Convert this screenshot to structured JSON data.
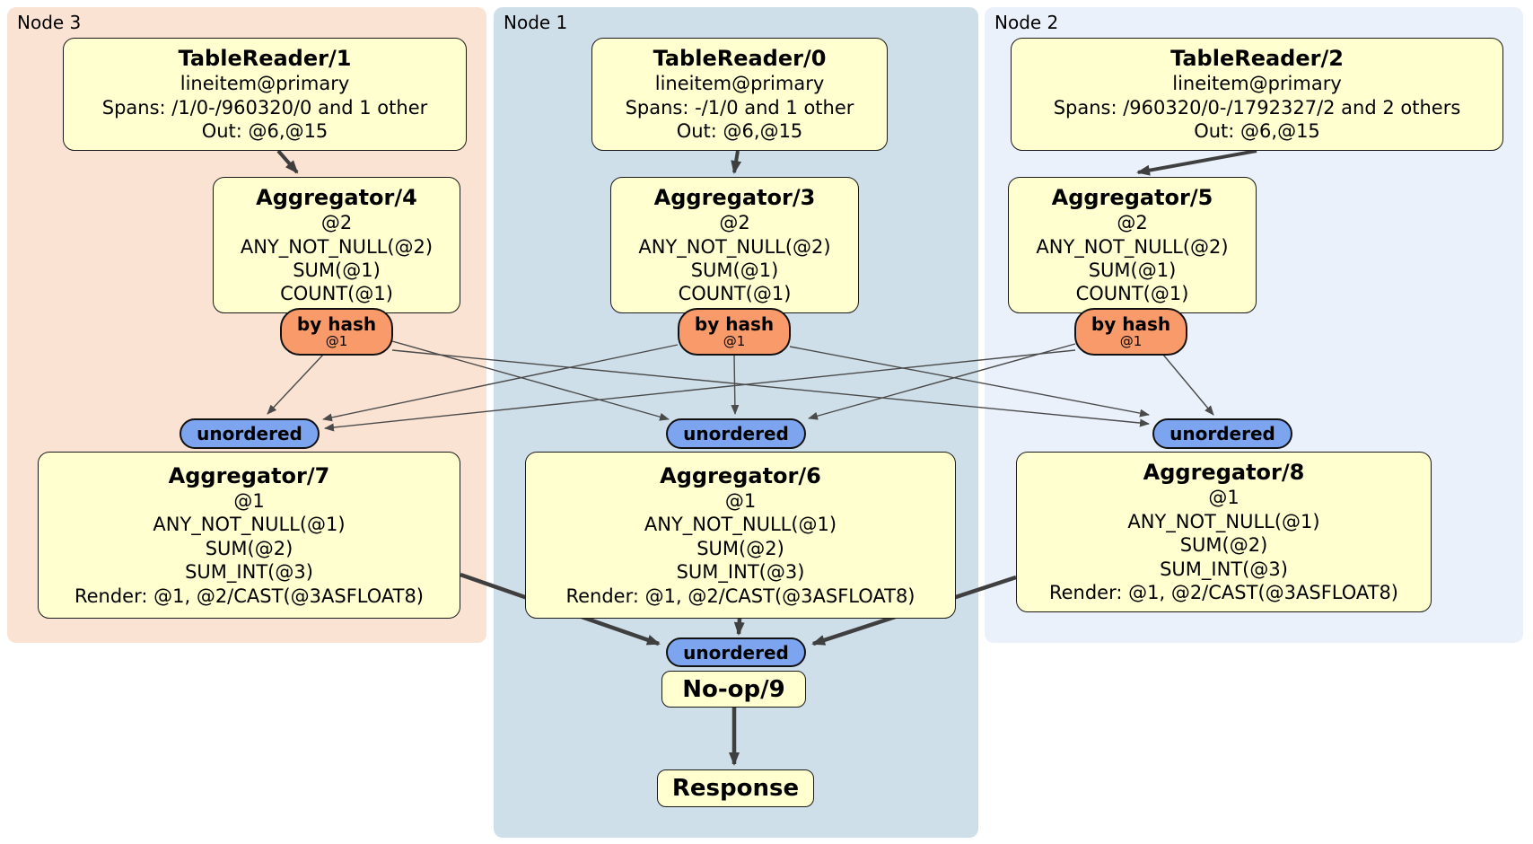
{
  "diagram": {
    "regions": [
      {
        "id": "node3",
        "label": "Node 3",
        "bg": "#fbe3d4"
      },
      {
        "id": "node1",
        "label": "Node 1",
        "bg": "#cfdfe9"
      },
      {
        "id": "node2",
        "label": "Node 2",
        "bg": "#eaf1fb"
      }
    ],
    "colors": {
      "processor_fill": "#ffffd0",
      "router_fill": "#f89a69",
      "sync_fill": "#7ca4ef",
      "edge": "#3f3f3f"
    },
    "processors": {
      "tr1": {
        "title": "TableReader/1",
        "lines": [
          "lineitem@primary",
          "Spans: /1/0-/960320/0 and 1 other",
          "Out: @6,@15"
        ]
      },
      "tr0": {
        "title": "TableReader/0",
        "lines": [
          "lineitem@primary",
          "Spans: -/1/0 and 1 other",
          "Out: @6,@15"
        ]
      },
      "tr2": {
        "title": "TableReader/2",
        "lines": [
          "lineitem@primary",
          "Spans: /960320/0-/1792327/2 and 2 others",
          "Out: @6,@15"
        ]
      },
      "agg4": {
        "title": "Aggregator/4",
        "lines": [
          "@2",
          "ANY_NOT_NULL(@2)",
          "SUM(@1)",
          "COUNT(@1)"
        ]
      },
      "agg3": {
        "title": "Aggregator/3",
        "lines": [
          "@2",
          "ANY_NOT_NULL(@2)",
          "SUM(@1)",
          "COUNT(@1)"
        ]
      },
      "agg5": {
        "title": "Aggregator/5",
        "lines": [
          "@2",
          "ANY_NOT_NULL(@2)",
          "SUM(@1)",
          "COUNT(@1)"
        ]
      },
      "agg7": {
        "title": "Aggregator/7",
        "lines": [
          "@1",
          "ANY_NOT_NULL(@1)",
          "SUM(@2)",
          "SUM_INT(@3)",
          "Render: @1, @2/CAST(@3ASFLOAT8)"
        ]
      },
      "agg6": {
        "title": "Aggregator/6",
        "lines": [
          "@1",
          "ANY_NOT_NULL(@1)",
          "SUM(@2)",
          "SUM_INT(@3)",
          "Render: @1, @2/CAST(@3ASFLOAT8)"
        ]
      },
      "agg8": {
        "title": "Aggregator/8",
        "lines": [
          "@1",
          "ANY_NOT_NULL(@1)",
          "SUM(@2)",
          "SUM_INT(@3)",
          "Render: @1, @2/CAST(@3ASFLOAT8)"
        ]
      },
      "noop": {
        "title": "No-op/9"
      },
      "response": {
        "title": "Response"
      }
    },
    "routers": [
      {
        "id": "byhash-agg4",
        "label": "by hash",
        "detail": "@1"
      },
      {
        "id": "byhash-agg3",
        "label": "by hash",
        "detail": "@1"
      },
      {
        "id": "byhash-agg5",
        "label": "by hash",
        "detail": "@1"
      }
    ],
    "syncs": [
      {
        "id": "sync-agg7",
        "label": "unordered"
      },
      {
        "id": "sync-agg6",
        "label": "unordered"
      },
      {
        "id": "sync-agg8",
        "label": "unordered"
      },
      {
        "id": "sync-noop",
        "label": "unordered"
      }
    ],
    "edges": [
      {
        "from": "TableReader/1",
        "to": "Aggregator/4",
        "style": "thick"
      },
      {
        "from": "TableReader/0",
        "to": "Aggregator/3",
        "style": "thick"
      },
      {
        "from": "TableReader/2",
        "to": "Aggregator/5",
        "style": "thick"
      },
      {
        "from": "by hash (Aggregator/4)",
        "to": "unordered (Aggregator/7)",
        "style": "thin"
      },
      {
        "from": "by hash (Aggregator/4)",
        "to": "unordered (Aggregator/6)",
        "style": "thin"
      },
      {
        "from": "by hash (Aggregator/4)",
        "to": "unordered (Aggregator/8)",
        "style": "thin"
      },
      {
        "from": "by hash (Aggregator/3)",
        "to": "unordered (Aggregator/7)",
        "style": "thin"
      },
      {
        "from": "by hash (Aggregator/3)",
        "to": "unordered (Aggregator/6)",
        "style": "thin"
      },
      {
        "from": "by hash (Aggregator/3)",
        "to": "unordered (Aggregator/8)",
        "style": "thin"
      },
      {
        "from": "by hash (Aggregator/5)",
        "to": "unordered (Aggregator/7)",
        "style": "thin"
      },
      {
        "from": "by hash (Aggregator/5)",
        "to": "unordered (Aggregator/6)",
        "style": "thin"
      },
      {
        "from": "by hash (Aggregator/5)",
        "to": "unordered (Aggregator/8)",
        "style": "thin"
      },
      {
        "from": "Aggregator/7",
        "to": "unordered (No-op/9)",
        "style": "thick"
      },
      {
        "from": "Aggregator/6",
        "to": "unordered (No-op/9)",
        "style": "thick"
      },
      {
        "from": "Aggregator/8",
        "to": "unordered (No-op/9)",
        "style": "thick"
      },
      {
        "from": "No-op/9",
        "to": "Response",
        "style": "thick"
      }
    ]
  }
}
